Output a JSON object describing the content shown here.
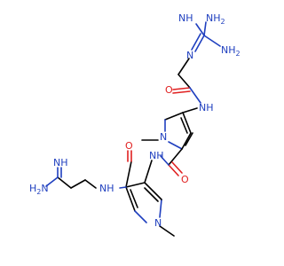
{
  "molecule": {
    "atom_labels": {
      "guan_nh": "NH",
      "guan_nh2_top": "NH",
      "guan_nh2_top_sub": "2",
      "guan_nh2_right": "NH",
      "guan_nh2_right_sub": "2",
      "guan_n": "N",
      "carbonyl_o1": "O",
      "amide_nh1": "NH",
      "pyrrole1_n": "N",
      "amide_nh2": "NH",
      "carbonyl_o2": "O",
      "amide_nh3": "NH",
      "carbonyl_o3": "O",
      "amidine_nh": "NH",
      "amidine_h2n": "H",
      "amidine_h2n_sub": "2",
      "amidine_h2n_n": "N",
      "pyrrole2_n": "N"
    },
    "colors": {
      "nitrogen": "#1f3fbf",
      "oxygen": "#e02020",
      "carbon": "#000000"
    }
  }
}
